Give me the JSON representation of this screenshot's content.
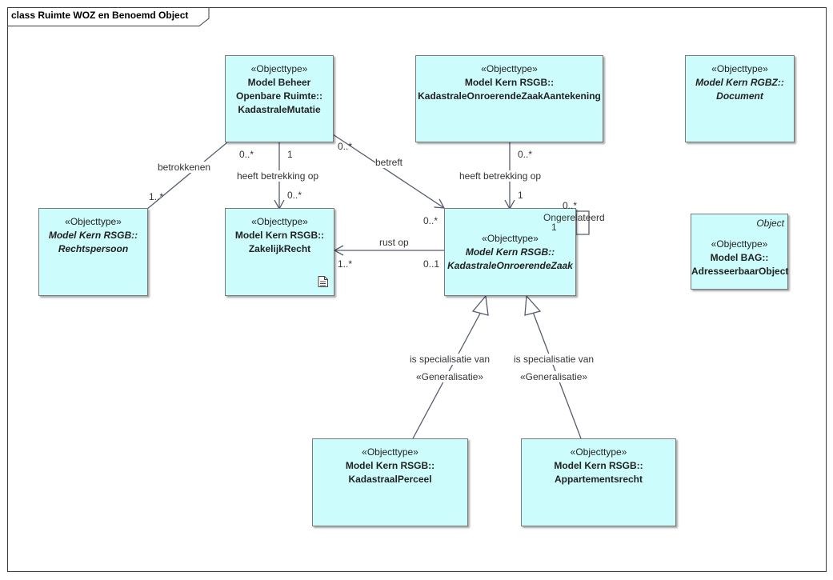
{
  "diagram": {
    "title": "class Ruimte WOZ en Benoemd Object"
  },
  "classes": {
    "kadastrale_mutatie": {
      "stereotype": "«Objecttype»",
      "lines": [
        "Model Beheer",
        "Openbare Ruimte::",
        "KadastraleMutatie"
      ]
    },
    "zoa_aantekening": {
      "stereotype": "«Objecttype»",
      "lines": [
        "Model Kern RSGB::",
        "KadastraleOnroerendeZaakAantekening"
      ]
    },
    "document": {
      "stereotype": "«Objecttype»",
      "lines": [
        "Model Kern RGBZ::",
        "Document"
      ]
    },
    "rechtspersoon": {
      "stereotype": "«Objecttype»",
      "lines": [
        "Model Kern RSGB::",
        "Rechtspersoon"
      ]
    },
    "zakelijk_recht": {
      "stereotype": "«Objecttype»",
      "lines": [
        "Model Kern RSGB::",
        "ZakelijkRecht"
      ]
    },
    "kadastrale_onroerende_zaak": {
      "stereotype": "«Objecttype»",
      "lines": [
        "Model Kern RSGB::",
        "KadastraleOnroerendeZaak"
      ]
    },
    "adresseerbaar_object": {
      "keyword": "Object",
      "stereotype": "«Objecttype»",
      "lines": [
        "Model BAG::",
        "AdresseerbaarObject"
      ]
    },
    "kadastraal_perceel": {
      "stereotype": "«Objecttype»",
      "lines": [
        "Model Kern RSGB::",
        "KadastraalPerceel"
      ]
    },
    "appartementsrecht": {
      "stereotype": "«Objecttype»",
      "lines": [
        "Model Kern RSGB::",
        "Appartementsrecht"
      ]
    }
  },
  "labels": {
    "betrokkenen": "betrokkenen",
    "heeft_betrekking_op_1": "heeft betrekking op",
    "betreft": "betreft",
    "heeft_betrekking_op_2": "heeft betrekking op",
    "rust_op": "rust op",
    "is_gerelateerd": "Ongerelateerd",
    "spec1": "is specialisatie van",
    "gen1": "«Generalisatie»",
    "spec2": "is specialisatie van",
    "gen2": "«Generalisatie»"
  },
  "multiplicities": {
    "km_betrokkenen": "0..*",
    "rp_betrokkenen": "1..*",
    "km_zr": "1",
    "zr_km": "0..*",
    "km_koz": "0..*",
    "koz_km": "0..*",
    "aant_top": "0..*",
    "aant_koz": "1",
    "self_a": "0..*",
    "self_b": "1",
    "zr_rust": "1..*",
    "koz_rust": "0..1"
  }
}
